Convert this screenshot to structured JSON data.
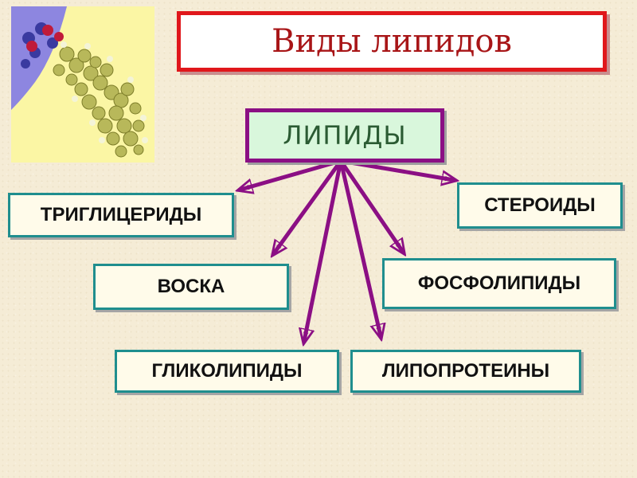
{
  "title": "Виды липидов",
  "root": "ЛИПИДЫ",
  "leaves": {
    "triglycerides": "ТРИГЛИЦЕРИДЫ",
    "steroids": "СТЕРОИДЫ",
    "waxes": "ВОСКА",
    "phospholipids": "ФОСФОЛИПИДЫ",
    "glycolipids": "ГЛИКОЛИПИДЫ",
    "lipoproteins": "ЛИПОПРОТЕИНЫ"
  },
  "colors": {
    "title_border": "#e0171b",
    "title_text": "#a81517",
    "root_border": "#8b0f84",
    "root_fill": "#d9f7dc",
    "arrow": "#8b0f84",
    "leaf_border": "#1f8e8e"
  },
  "icons": {
    "molecule": "molecule-model-icon"
  }
}
